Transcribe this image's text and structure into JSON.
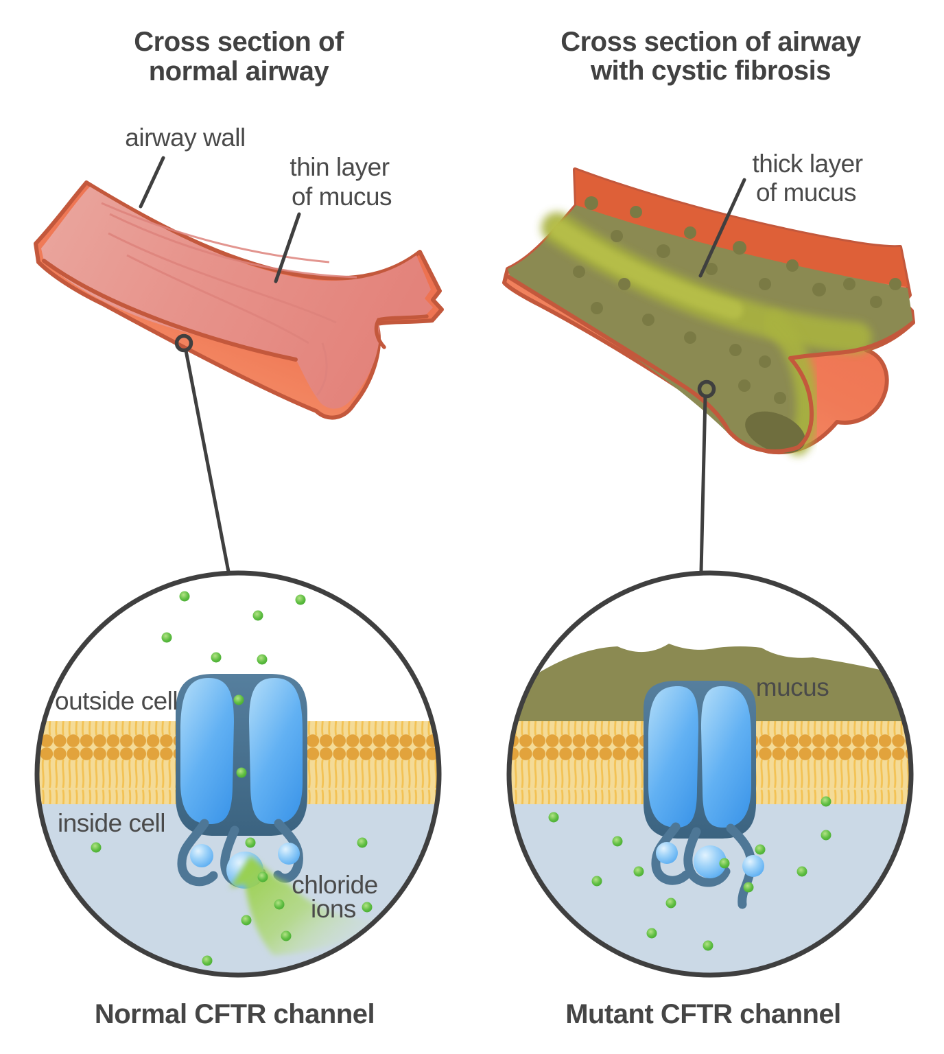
{
  "diagram": {
    "left": {
      "title1": "Cross section of",
      "title2": "normal airway",
      "airway_wall_label": "airway wall",
      "mucus_label1": "thin layer",
      "mucus_label2": "of mucus",
      "magnifier": {
        "outside": "outside cell",
        "inside": "inside cell",
        "ions1": "chloride",
        "ions2": "ions"
      },
      "caption": "Normal CFTR channel"
    },
    "right": {
      "title1": "Cross section of airway",
      "title2": "with cystic fibrosis",
      "mucus_label1": "thick layer",
      "mucus_label2": "of mucus",
      "magnifier": {
        "mucus": "mucus"
      },
      "caption": "Mutant CFTR channel"
    },
    "colors": {
      "text_dark": "#454545",
      "outline_dark": "#3f3f3f",
      "airway_wall_orange": "#EE7452",
      "airway_wall_red": "#DE6038",
      "airway_border": "#C3583C",
      "airway_lumen_pink": "#E7948C",
      "mucus_olive": "#8B8A52",
      "mucus_dot_olive": "#7A7A44",
      "mucus_stream_green": "#A9B23F",
      "mucus_tip_dark": "#6F6E3E",
      "membrane_head_gold": "#E2A33C",
      "membrane_bg_yellow": "#F4DB97",
      "membrane_tail_yellow": "#F3C254",
      "inside_cell_blue": "#CBD9E6",
      "channel_body_slate": "#4A7494",
      "channel_lobe_blue": "#4FA5F0",
      "chloride_ion_green": "#54B53A",
      "arrow_green": "#97CF45"
    }
  }
}
